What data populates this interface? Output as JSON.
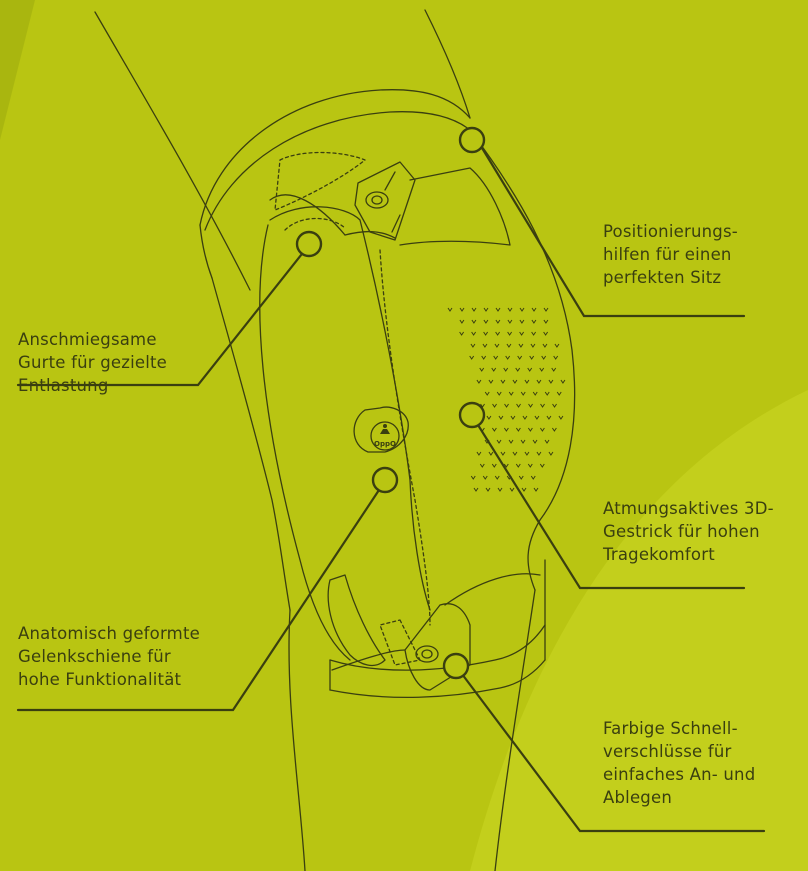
{
  "colors": {
    "background": "#b9c512",
    "background_dark": "#a9b60f",
    "background_light": "#c9d41f",
    "line": "#3a3f10",
    "text": "#3a3f10"
  },
  "labels": {
    "positioning_aids": "Positionierungs-\nhilfen für einen\nperfekten Sitz",
    "straps": "Anschmiegsame\nGurte für gezielte\nEntlastung",
    "knit": "Atmungsaktives 3D-\nGestrick für hohen\nTragekomfort",
    "hinge": "Anatomisch geformte\nGelenkschiene für\nhohe Funktionalität",
    "buckles": "Farbige Schnell-\nverschlüsse für\neinfaches An- und\nAblegen"
  },
  "logo": {
    "text": "OppO"
  }
}
